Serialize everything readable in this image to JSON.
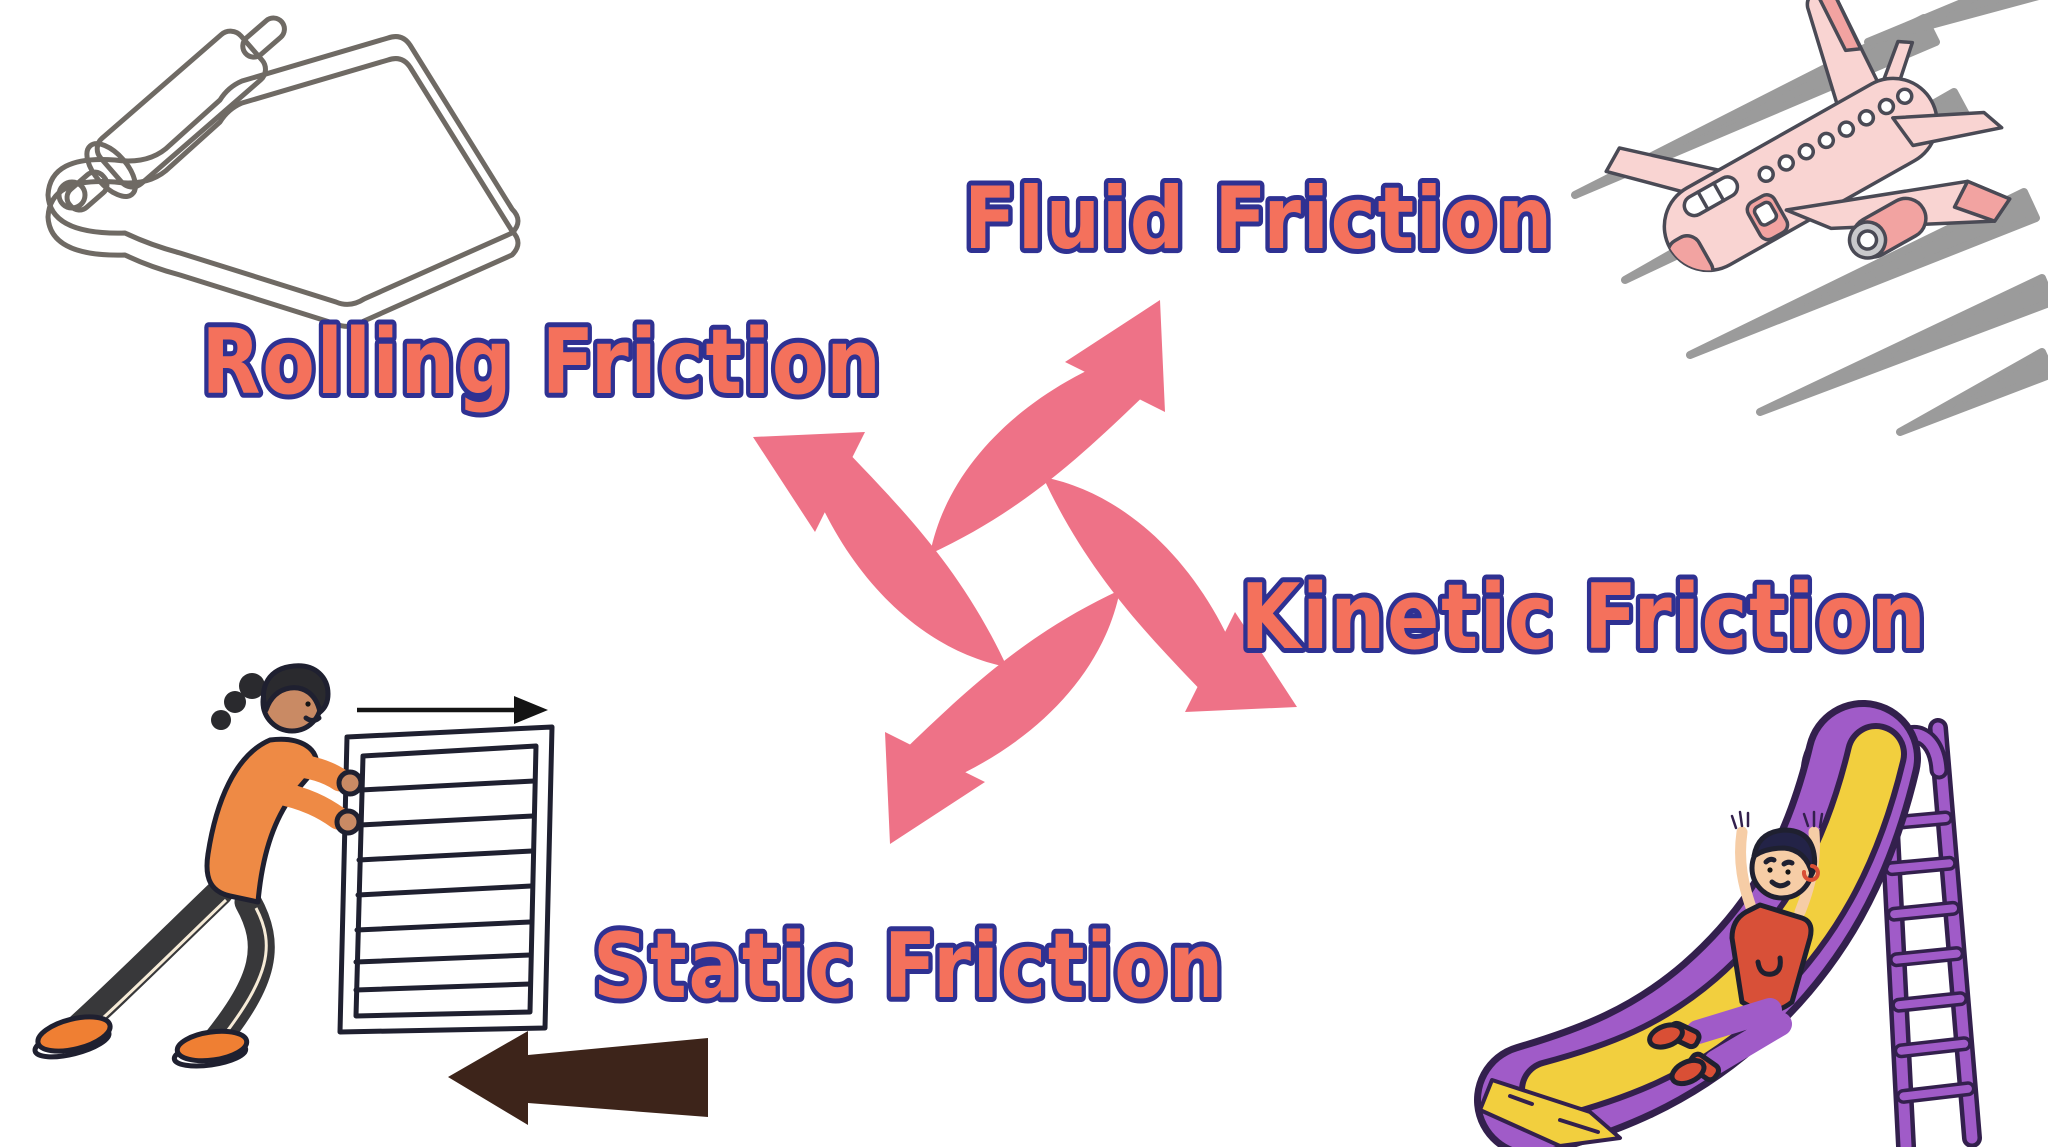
{
  "page": {
    "background": "#FFFFFF",
    "description": "Types of Friction concept diagram with four curved arrows radiating from a central hub to four labeled examples"
  },
  "labels": {
    "rolling": "Rolling Friction",
    "fluid": "Fluid Friction",
    "kinetic": "Kinetic Friction",
    "static": "Static Friction"
  },
  "icons": {
    "hub": "four-curved-arrows-radiating-icon",
    "rolling": "rolling-pin-on-cutting-board-illustration",
    "fluid": "airplane-with-speed-streaks-illustration",
    "kinetic": "child-sliding-down-slide-illustration",
    "static_scene": "woman-pushing-blue-shutter-illustration",
    "static_motion_arrow": "thin-right-arrow-icon",
    "static_friction_arrow": "thick-left-arrow-icon"
  },
  "colors": {
    "label_fill": "#F4715C",
    "label_outline": "#2F3192",
    "hub_arrow": "#EE7287",
    "outline_gray": "#6F6A64",
    "board_tan": "#B5A173",
    "pin_orange": "#E99C1D",
    "plain_white": "#FFFFFF",
    "plain_black": "#141414",
    "plane_pink": "#F9D4D2",
    "plane_accent": "#F2A3A1",
    "plane_outline": "#4A4A55",
    "streak_gray": "#9B9B9B",
    "wheel_gray": "#C9C9CC",
    "door_blue": "#93C2E2",
    "dark_outline": "#1F2030",
    "shirt_orange": "#EE8A45",
    "pants_dark": "#38383A",
    "shoe_orange": "#EF7F33",
    "skin_tan": "#C98A64",
    "hair_dark": "#2A2A2E",
    "slide_purple": "#A05BC8",
    "slide_yellow": "#F2CF3E",
    "slide_outline": "#33204D",
    "kid_shirt": "#D85038",
    "kid_skin": "#F6CDA6",
    "kid_hair": "#232347",
    "kid_shoe": "#D94F35",
    "brown_arrow": "#3D241A"
  }
}
